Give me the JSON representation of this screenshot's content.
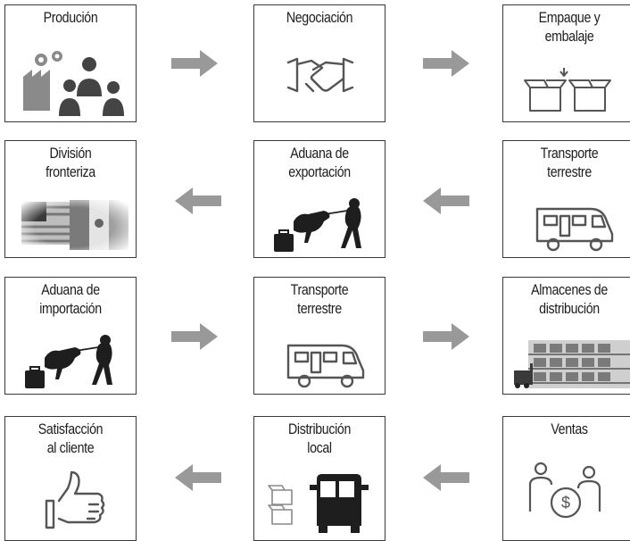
{
  "steps": [
    {
      "label": "Produción",
      "icon": "factory-people-icon"
    },
    {
      "label": "Negociación",
      "icon": "handshake-icon"
    },
    {
      "label": "Empaque y\nembalaje",
      "icon": "boxes-icon"
    },
    {
      "label": "Transporte\nterrestre",
      "icon": "truck-icon"
    },
    {
      "label": "Aduana de\nexportación",
      "icon": "customs-dog-icon"
    },
    {
      "label": "División\nfronteriza",
      "icon": "flags-icon"
    },
    {
      "label": "Aduana de\nimportación",
      "icon": "customs-dog-icon"
    },
    {
      "label": "Transporte\nterrestre",
      "icon": "truck-icon"
    },
    {
      "label": "Almacenes de\ndistribución",
      "icon": "warehouse-icon"
    },
    {
      "label": "Ventas",
      "icon": "money-people-icon"
    },
    {
      "label": "Distribución\nlocal",
      "icon": "van-icon"
    },
    {
      "label": "Satisfacción\nal cliente",
      "icon": "thumbs-up-icon"
    }
  ],
  "colors": {
    "arrow": "#999999",
    "border": "#3a3a3a",
    "icon": "#555555",
    "text": "#1d1d1d"
  }
}
